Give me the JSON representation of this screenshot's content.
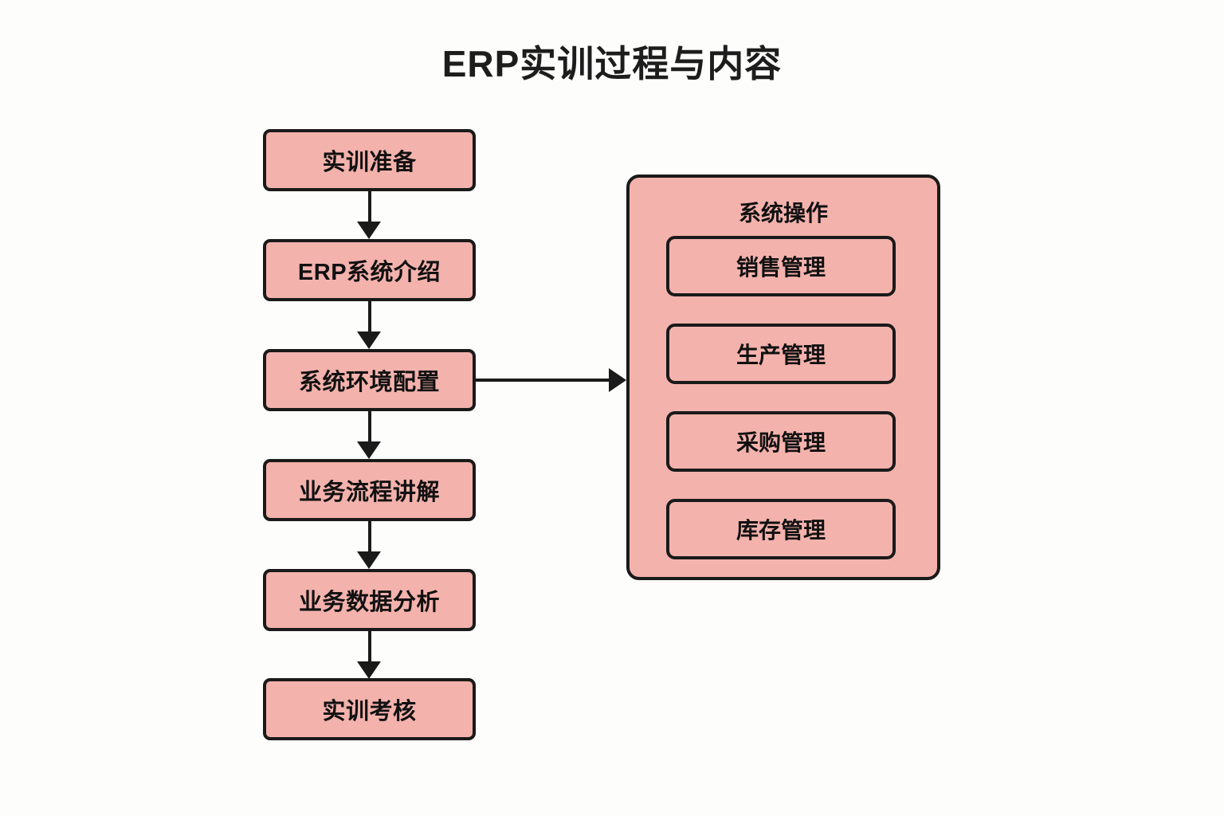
{
  "title": "ERP实训过程与内容",
  "flow": {
    "steps": [
      {
        "label": "实训准备"
      },
      {
        "label": "ERP系统介绍"
      },
      {
        "label": "系统环境配置"
      },
      {
        "label": "业务流程讲解"
      },
      {
        "label": "业务数据分析"
      },
      {
        "label": "实训考核"
      }
    ]
  },
  "panel": {
    "title": "系统操作",
    "items": [
      {
        "label": "销售管理"
      },
      {
        "label": "生产管理"
      },
      {
        "label": "采购管理"
      },
      {
        "label": "库存管理"
      }
    ]
  },
  "colors": {
    "background": "#fdfdfb",
    "box_fill": "#f4b2ac",
    "border": "#1a1a1a",
    "text": "#111111"
  }
}
